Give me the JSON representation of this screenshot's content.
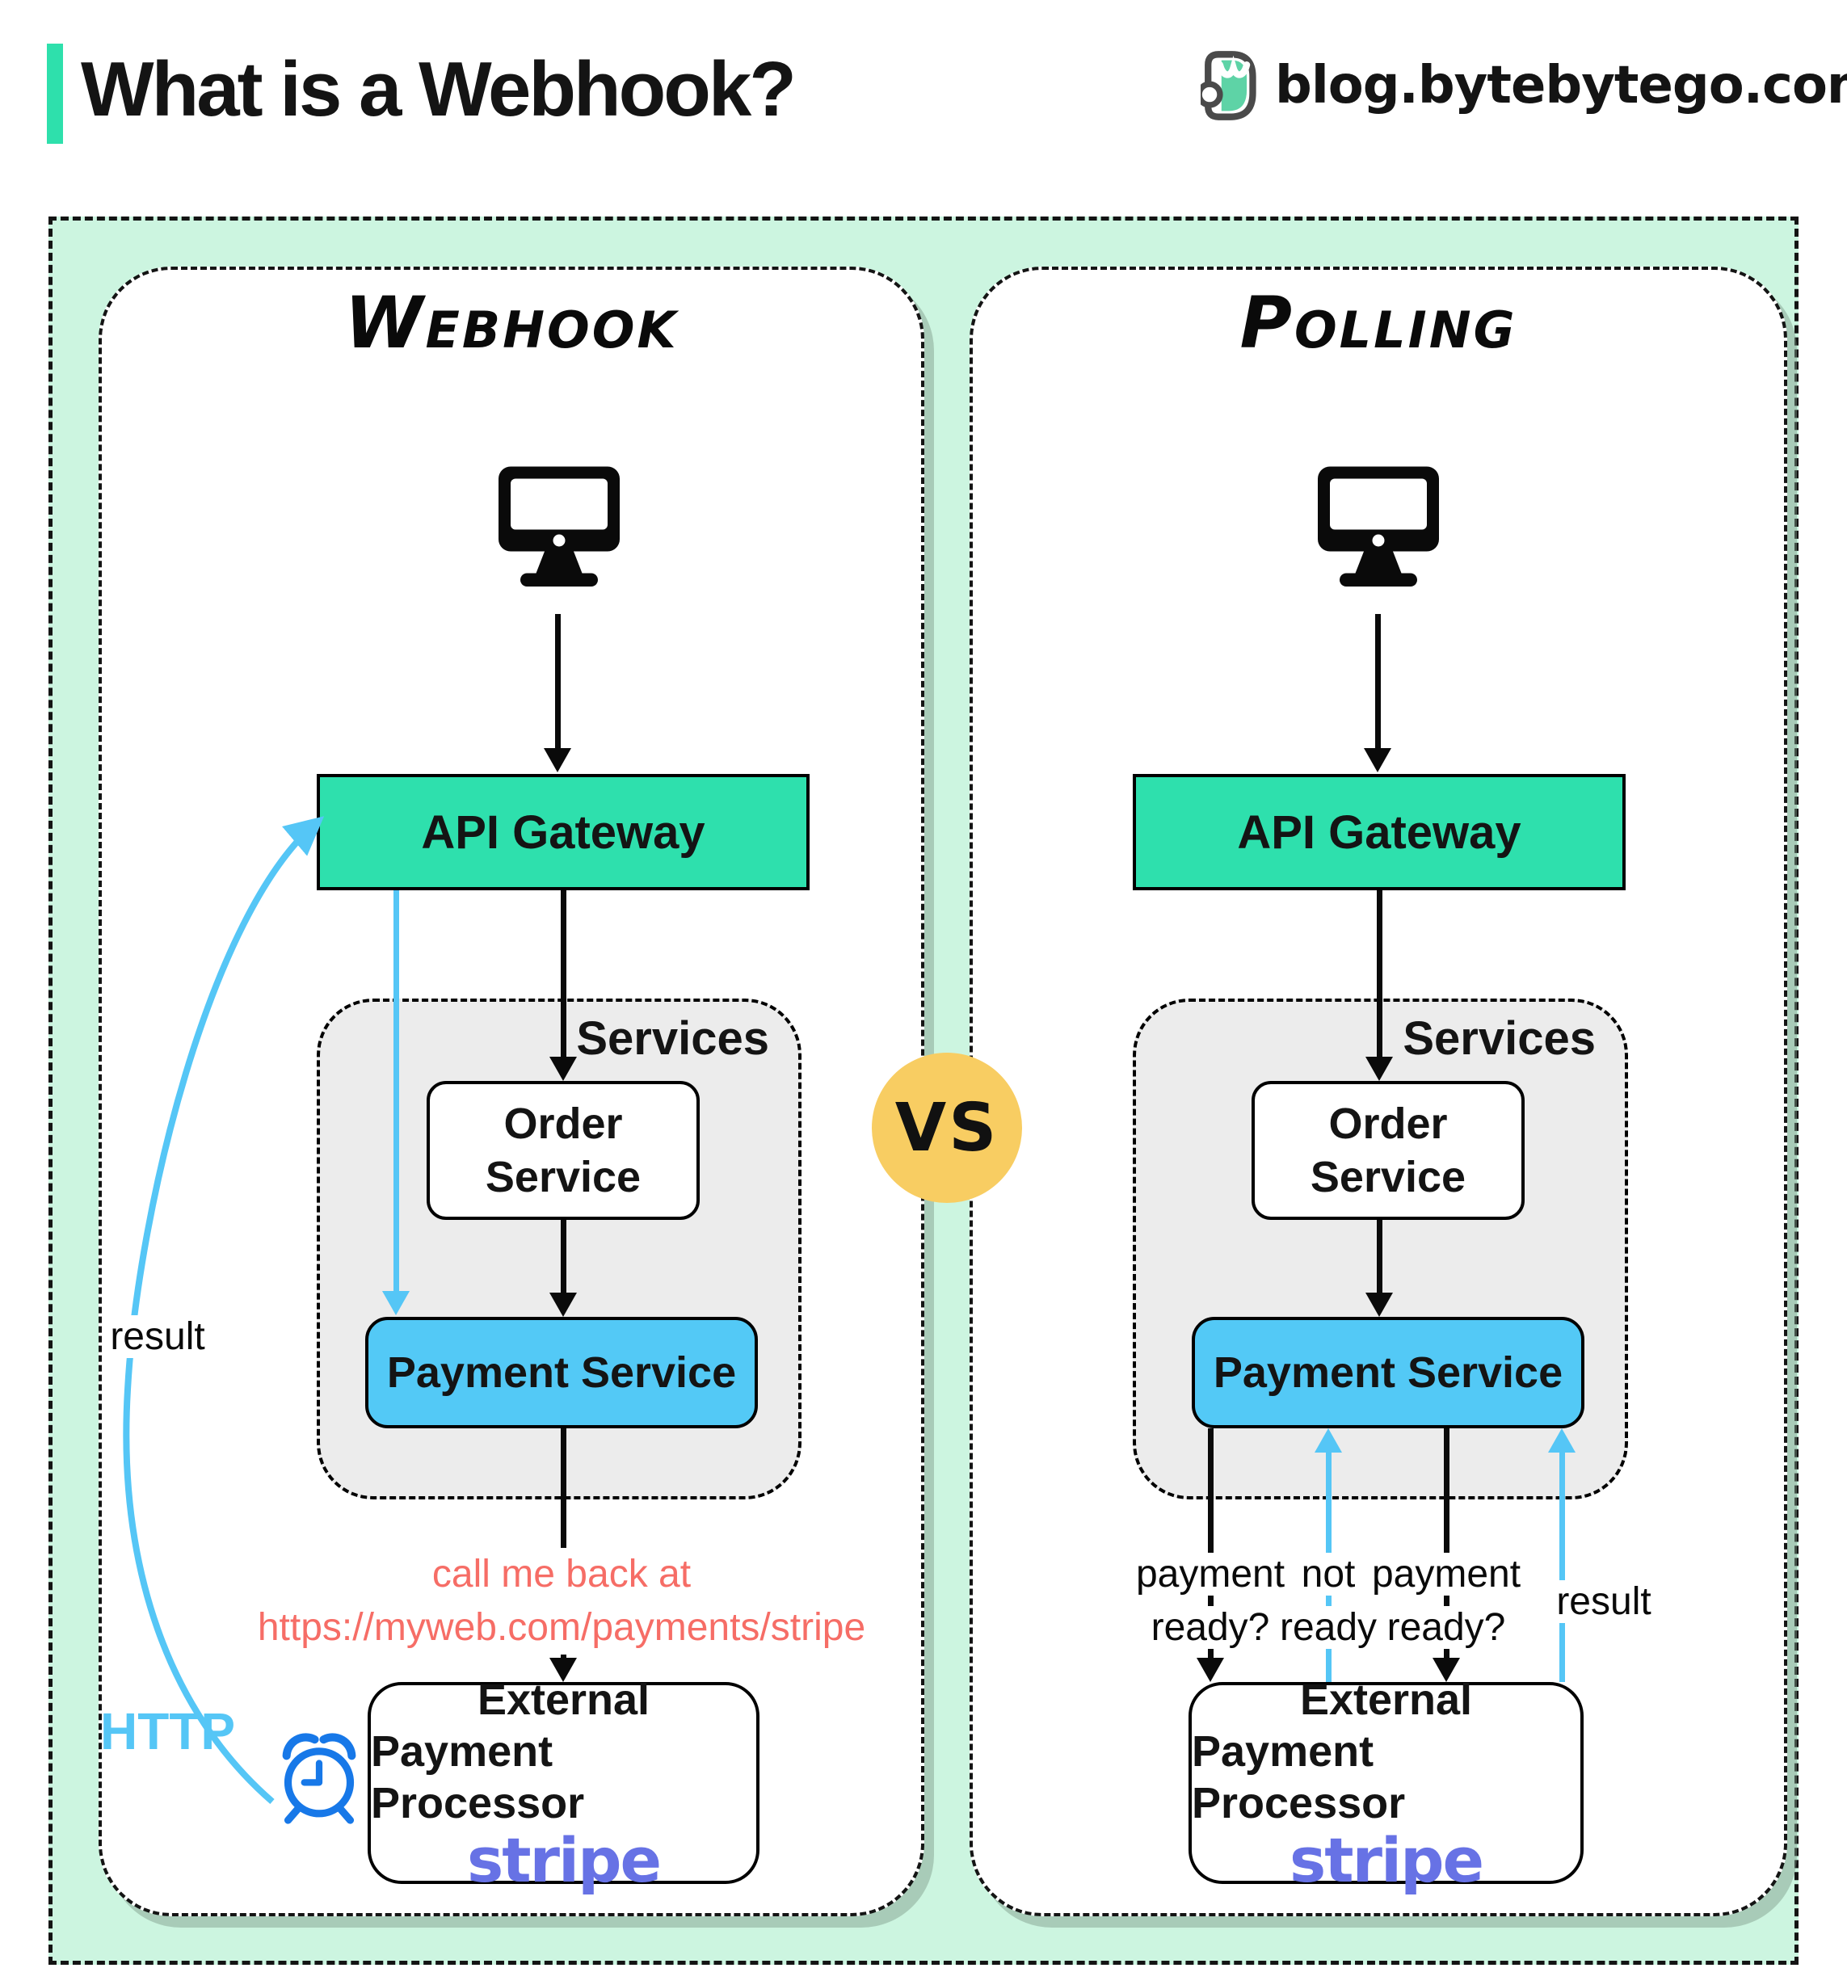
{
  "header": {
    "title": "What is a Webhook?",
    "brand": "blog.bytebytego.com"
  },
  "vs": "VS",
  "webhook": {
    "title": "Webhook",
    "api_gateway": "API Gateway",
    "services": "Services",
    "order_service": "Order Service",
    "payment_service": "Payment Service",
    "callback_line1": "call me back at",
    "callback_line2": "https://myweb.com/payments/stripe",
    "result": "result",
    "http": "HTTP",
    "external_line1": "External",
    "external_line2": "Payment Processor",
    "external_brand": "stripe"
  },
  "polling": {
    "title": "Polling",
    "api_gateway": "API Gateway",
    "services": "Services",
    "order_service": "Order Service",
    "payment_service": "Payment Service",
    "label_query1": "payment ready?",
    "label_not_ready": "not ready",
    "label_query2": "payment ready?",
    "label_result": "result",
    "external_line1": "External",
    "external_line2": "Payment Processor",
    "external_brand": "stripe"
  },
  "colors": {
    "accent_teal": "#2EE0AC",
    "mint_background": "#CCF5E0",
    "gateway_teal": "#2EE0AD",
    "payment_blue": "#53C9F6",
    "arrow_blue": "#55C6F6",
    "clock_blue": "#1778E8",
    "note_salmon": "#F66D66",
    "stripe_purple": "#6772E5",
    "vs_yellow": "#F8CD62",
    "services_gray": "#ECECEC"
  }
}
